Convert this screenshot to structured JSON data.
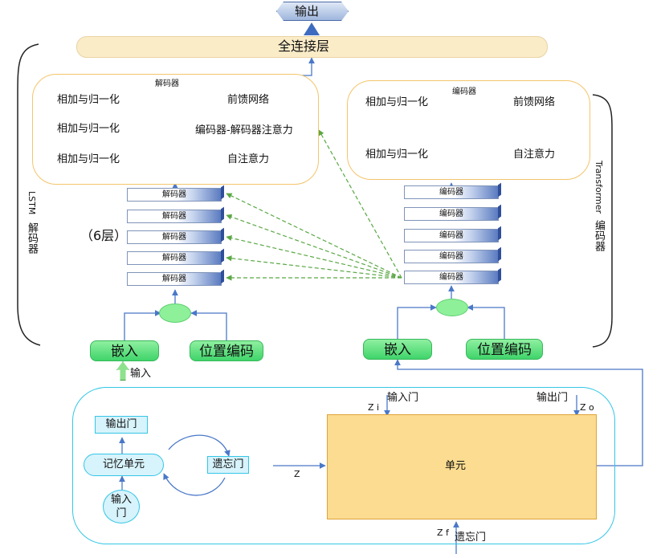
{
  "output": {
    "label": "输出"
  },
  "fc": {
    "label": "全连接层"
  },
  "decoder": {
    "title": "解码器",
    "add_norm_1": "相加与归一化",
    "add_norm_2": "相加与归一化",
    "add_norm_3": "相加与归一化",
    "ffn": "前馈网络",
    "enc_dec_attn": "编码器-解码器注意力",
    "self_attn": "自注意力",
    "stack_labels": [
      "解码器",
      "解码器",
      "解码器",
      "解码器",
      "解码器"
    ],
    "layers_note": "（6层）",
    "side_label_a": "LSTM",
    "side_label_b": "解码器",
    "embed": "嵌入",
    "pos_enc": "位置编码",
    "input": "输入"
  },
  "encoder": {
    "title": "编码器",
    "add_norm_1": "相加与归一化",
    "add_norm_2": "相加与归一化",
    "ffn": "前馈网络",
    "self_attn": "自注意力",
    "stack_labels": [
      "编码器",
      "编码器",
      "编码器",
      "编码器",
      "编码器"
    ],
    "side_label_a": "Transformer",
    "side_label_b": "编码器",
    "embed": "嵌入",
    "pos_enc": "位置编码"
  },
  "lstm": {
    "output_gate": "输出门",
    "memory_cell": "记忆单元",
    "forget_gate": "遗忘门",
    "input_gate_a": "输入",
    "input_gate_b": "门",
    "z_label": "Z",
    "zi_label": "Z i",
    "zo_label": "Z o",
    "zf_label": "Z f",
    "input_gate_label": "输入门",
    "output_gate_label": "输出门",
    "cell_label": "单元",
    "forget_gate_label": "遗忘门"
  },
  "colors": {
    "panel_border": "#f3c56b",
    "fc_fill": "#fbecc8",
    "cell_fill": "#fbdc90",
    "cell_border": "#e0a23a",
    "lstm_border": "#34c6e6",
    "lstm_node_fill": "#d7f3fb",
    "arrow_blue": "#4a78c8",
    "attn_green": "#5aa845"
  }
}
